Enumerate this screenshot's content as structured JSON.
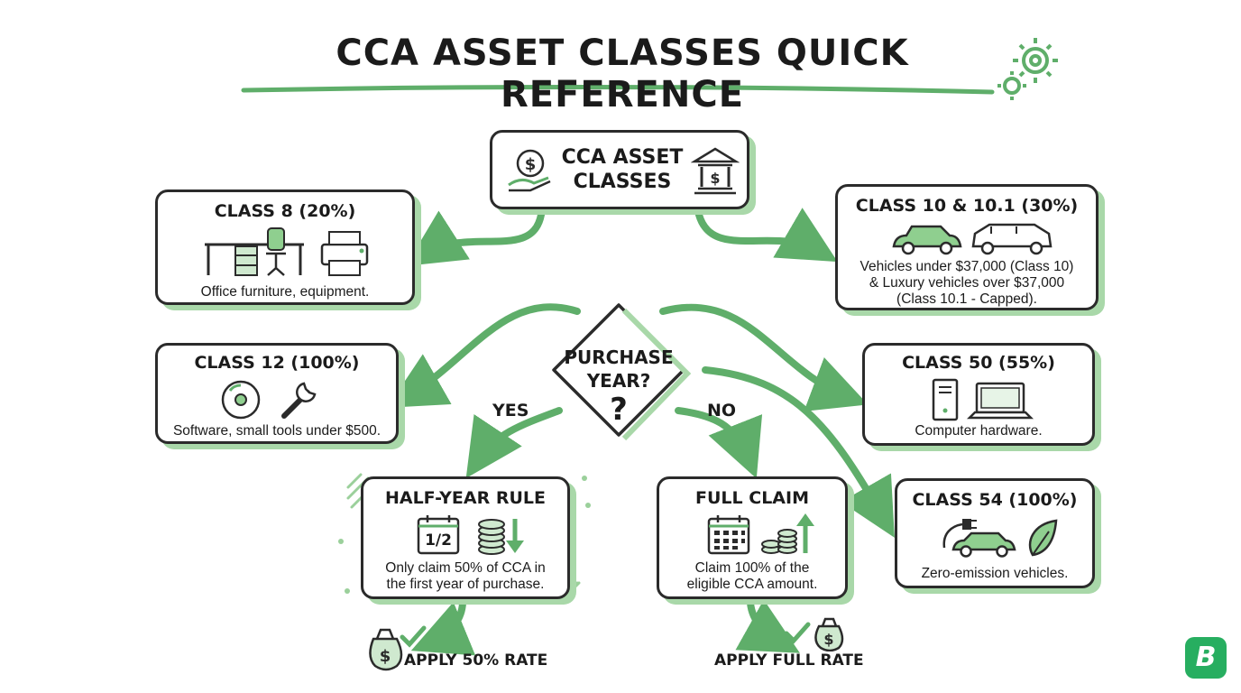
{
  "title": "CCA ASSET CLASSES QUICK REFERENCE",
  "center": {
    "title_line1": "CCA ASSET",
    "title_line2": "CLASSES"
  },
  "decision": {
    "line1": "PURCHASE",
    "line2": "YEAR?",
    "mark": "?"
  },
  "branches": {
    "yes": "YES",
    "no": "NO"
  },
  "classes": {
    "class8": {
      "title": "CLASS 8 (20%)",
      "desc": "Office furniture, equipment."
    },
    "class10": {
      "title": "CLASS 10 & 10.1 (30%)",
      "desc1": "Vehicles under $37,000 (Class 10)",
      "desc2": "& Luxury vehicles over $37,000",
      "desc3": "(Class 10.1 - Capped)."
    },
    "class12": {
      "title": "CLASS 12 (100%)",
      "desc": "Software, small tools under $500."
    },
    "class50": {
      "title": "CLASS 50 (55%)",
      "desc": "Computer hardware."
    },
    "class54": {
      "title": "CLASS 54 (100%)",
      "desc": "Zero-emission vehicles."
    }
  },
  "rules": {
    "half_year": {
      "title": "HALF-YEAR RULE",
      "fraction": "1/2",
      "desc1": "Only claim 50% of CCA in",
      "desc2": "the first year of purchase."
    },
    "full_claim": {
      "title": "FULL CLAIM",
      "desc1": "Claim 100% of the",
      "desc2": "eligible CCA amount."
    }
  },
  "outcomes": {
    "half": "APPLY 50% RATE",
    "full": "APPLY FULL RATE"
  },
  "logo": {
    "letter": "B"
  },
  "colors": {
    "accent_green": "#5fae6a",
    "shadow_green": "#a9d8a9",
    "ink": "#1b1b1b",
    "logo_green": "#27ae60"
  }
}
